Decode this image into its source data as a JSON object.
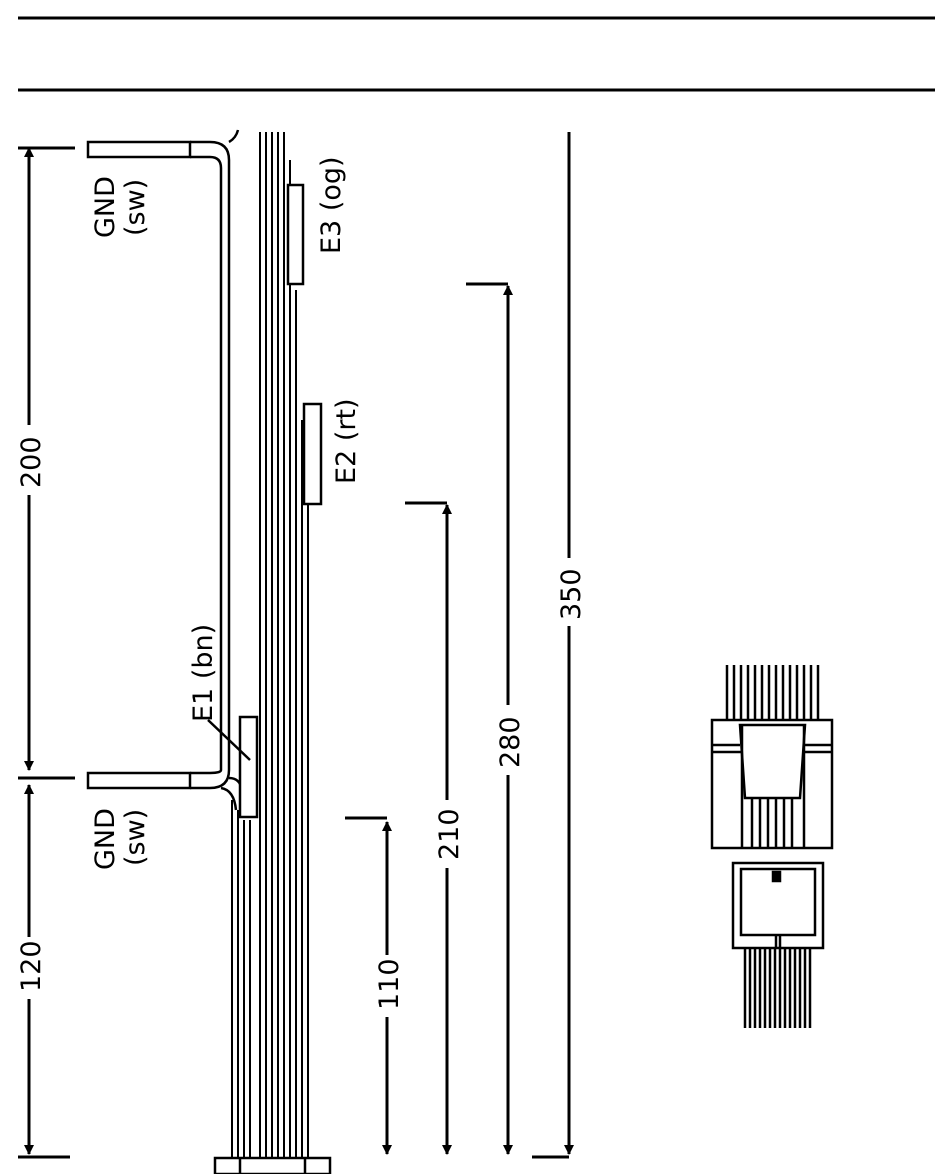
{
  "labels": {
    "gnd_top": "GND",
    "gnd_top_color": "(sw)",
    "gnd_bottom": "GND",
    "gnd_bottom_color": "(sw)",
    "e1": "E1 (bn)",
    "e2": "E2 (rt)",
    "e3": "E3 (og)"
  },
  "dimensions": {
    "d120": "120",
    "d200": "200",
    "d110": "110",
    "d210": "210",
    "d280": "280",
    "d350": "350"
  },
  "colors": {
    "stroke": "#000000",
    "background": "#ffffff"
  }
}
